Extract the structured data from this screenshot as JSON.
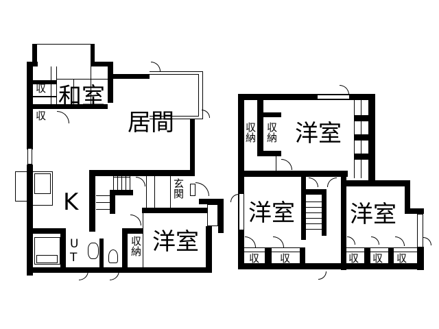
{
  "floor_plan": {
    "floor1": {
      "rooms": [
        {
          "id": "washitsu",
          "label": "和室"
        },
        {
          "id": "living",
          "label": "居間"
        },
        {
          "id": "kitchen",
          "label": "K"
        },
        {
          "id": "entrance",
          "label": "玄関"
        },
        {
          "id": "western1",
          "label": "洋室"
        },
        {
          "id": "utility",
          "label": "U T"
        },
        {
          "id": "storage_a",
          "label": "収"
        },
        {
          "id": "storage_b",
          "label": "収"
        },
        {
          "id": "closet",
          "label": "収納"
        }
      ]
    },
    "floor2": {
      "rooms": [
        {
          "id": "western_top",
          "label": "洋室"
        },
        {
          "id": "western_left",
          "label": "洋室"
        },
        {
          "id": "western_right",
          "label": "洋室"
        },
        {
          "id": "closet_a",
          "label": "収納"
        },
        {
          "id": "closet_b",
          "label": "収納"
        },
        {
          "id": "storage_1",
          "label": "収"
        },
        {
          "id": "storage_2",
          "label": "収"
        },
        {
          "id": "storage_3",
          "label": "収"
        },
        {
          "id": "storage_4",
          "label": "収"
        },
        {
          "id": "storage_5",
          "label": "収"
        }
      ]
    },
    "colors": {
      "wall": "#000000",
      "background": "#ffffff"
    }
  }
}
